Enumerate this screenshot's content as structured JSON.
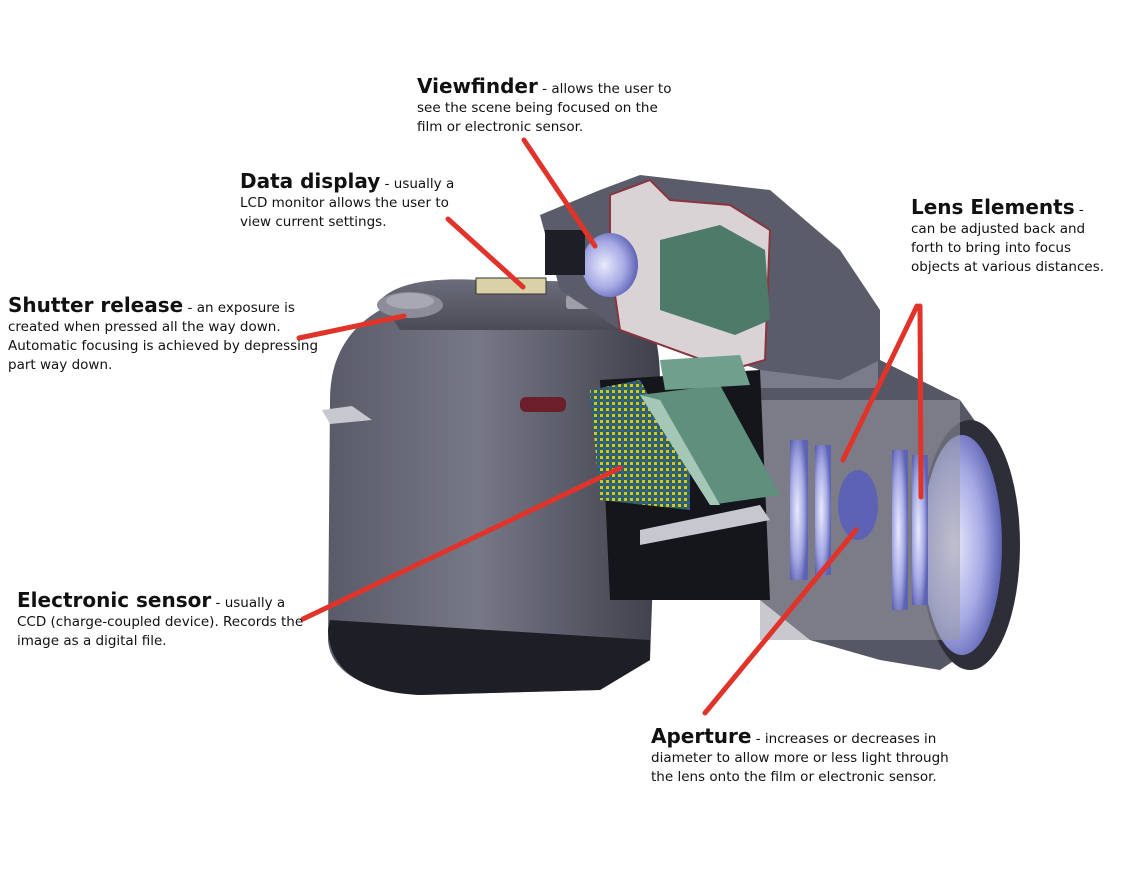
{
  "callouts": {
    "viewfinder": {
      "title": "Viewfinder",
      "desc": "allows the user to see the scene being focused on the film or electronic sensor."
    },
    "data_display": {
      "title": "Data display",
      "desc": "usually a LCD monitor allows the user to view current settings."
    },
    "shutter_release": {
      "title": "Shutter release",
      "desc": "an exposure is created when pressed all the way down. Automatic focusing is achieved by depressing part way down."
    },
    "electronic_sensor": {
      "title": "Electronic sensor",
      "desc": "usually a CCD (charge-coupled device). Records the image as a digital file."
    },
    "lens_elements": {
      "title": "Lens Elements",
      "desc": "can be adjusted back and forth to bring into focus objects at various distances."
    },
    "aperture": {
      "title": "Aperture",
      "desc": "increases or decreases in diameter to allow more or less light through the lens onto the film or electronic sensor."
    }
  },
  "colors": {
    "leader": "#e0342a",
    "body": "#4e4f5c",
    "lens_glass": "#8a8fd6",
    "mirror": "#5f8f7d"
  },
  "separator": " - "
}
